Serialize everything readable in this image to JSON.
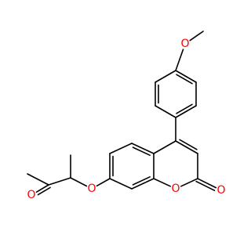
{
  "colors": {
    "background": "#ffffff",
    "carbon_bond": "#000000",
    "oxygen": "#ff0000"
  },
  "atoms": [
    {
      "id": "o_methoxy",
      "label": "O",
      "element": "oxygen"
    },
    {
      "id": "o_ether",
      "label": "O",
      "element": "oxygen"
    },
    {
      "id": "o_ring",
      "label": "O",
      "element": "oxygen"
    },
    {
      "id": "o_lactone_carbonyl",
      "label": "O",
      "element": "oxygen"
    },
    {
      "id": "o_ketone",
      "label": "O",
      "element": "oxygen"
    }
  ]
}
